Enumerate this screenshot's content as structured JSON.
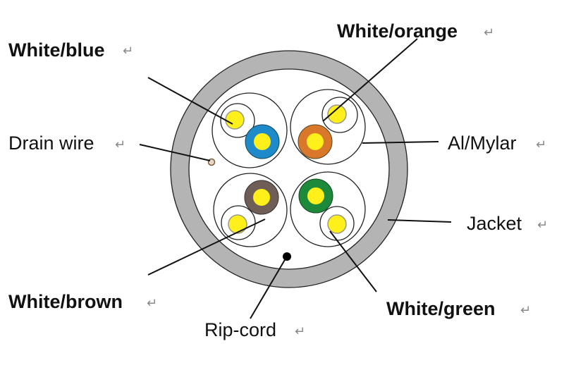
{
  "title": "Shielded twisted-pair cable cross-section",
  "labels": {
    "white_blue": "White/blue",
    "white_orange": "White/orange",
    "drain_wire": "Drain wire",
    "al_mylar": "Al/Mylar",
    "jacket": "Jacket",
    "white_brown": "White/brown",
    "white_green": "White/green",
    "rip_cord": "Rip-cord"
  },
  "colors": {
    "jacket": "#b4b4b4",
    "conductor": "#ffef1a",
    "blue": "#1e8ac9",
    "orange": "#d9782b",
    "brown": "#6e5e55",
    "green": "#1c8a3a",
    "drain": "#a0724a"
  }
}
